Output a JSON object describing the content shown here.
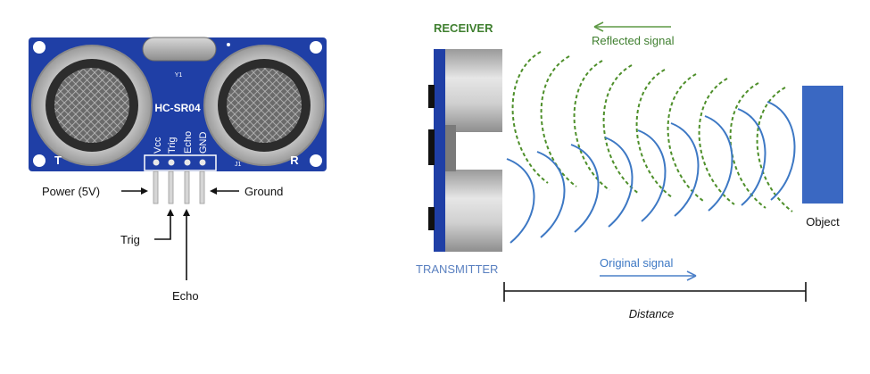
{
  "sensor": {
    "model_label": "HC-SR04",
    "crystal_label": "Y1",
    "header_label": "J1",
    "transmitter_mark": "T",
    "receiver_mark": "R",
    "pins": [
      "Vcc",
      "Trig",
      "Echo",
      "GND"
    ],
    "board_color": "#1f3fa6",
    "crystal_color": "#a8a8a8"
  },
  "pin_callouts": {
    "power": "Power (5V)",
    "ground": "Ground",
    "trig": "Trig",
    "echo": "Echo"
  },
  "diagram": {
    "receiver_label": "RECEIVER",
    "transmitter_label": "TRANSMITTER",
    "reflected_label": "Reflected signal",
    "original_label": "Original signal",
    "object_label": "Object",
    "distance_label": "Distance",
    "colors": {
      "receiver_text": "#3f7f2f",
      "reflected_wave": "#4e8f2a",
      "transmitter_text": "#5a80c0",
      "original_wave": "#3d78c4",
      "object_fill": "#3a68c2",
      "arrow_green": "#5f9a46",
      "arrow_blue": "#4c80c8"
    }
  }
}
